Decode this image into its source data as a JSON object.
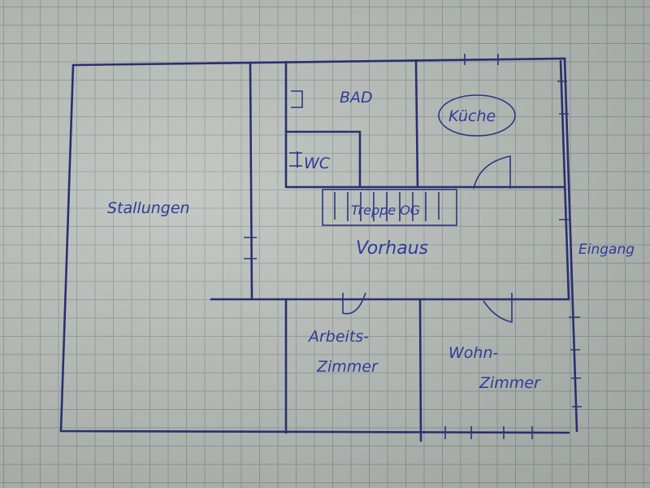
{
  "floor_plan": {
    "rooms": {
      "stable": "Stallungen",
      "bath": "BAD",
      "wc": "WC",
      "kitchen": "Küche",
      "stairs": "Treppe OG",
      "hall": "Vorhaus",
      "entrance": "Eingang",
      "study_line1": "Arbeits-",
      "study_line2": "Zimmer",
      "living_line1": "Wohn-",
      "living_line2": "Zimmer"
    },
    "ink_color": "#2f3c98"
  }
}
